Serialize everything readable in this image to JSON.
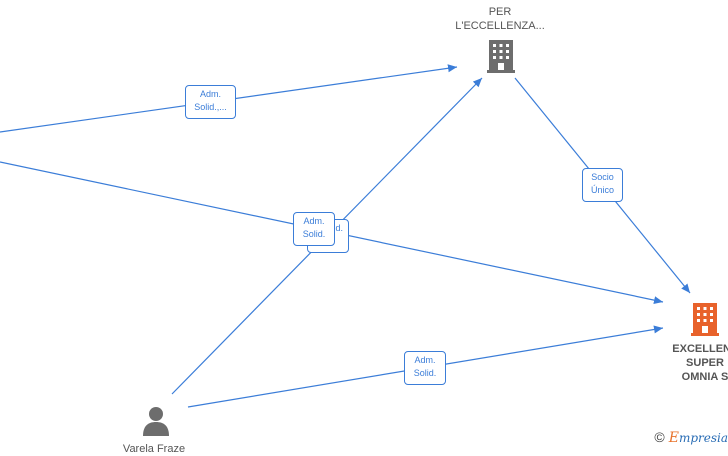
{
  "nodes": {
    "company_top": {
      "label_line1": "PER",
      "label_line2": "L'ECCELLENZA..."
    },
    "company_main": {
      "label_line1": "EXCELLENT",
      "label_line2": "SUPER",
      "label_line3": "OMNIA  S"
    },
    "person": {
      "label": "Varela Fraze"
    }
  },
  "edges": {
    "e1": {
      "line1": "Adm.",
      "line2": "Solid.,..."
    },
    "e2": {
      "line1": "Socio",
      "line2": "Único"
    },
    "e3_back": {
      "line1": "",
      "line2": "d."
    },
    "e3": {
      "line1": "Adm.",
      "line2": "Solid."
    },
    "e4": {
      "line1": "Adm.",
      "line2": "Solid."
    }
  },
  "colors": {
    "edge": "#3b7dd8",
    "company_gray": "#6d6d6d",
    "company_main": "#e8622b",
    "person": "#6d6d6d"
  },
  "watermark": {
    "symbol": "©",
    "brand_first": "E",
    "brand_rest": "mpresia"
  }
}
